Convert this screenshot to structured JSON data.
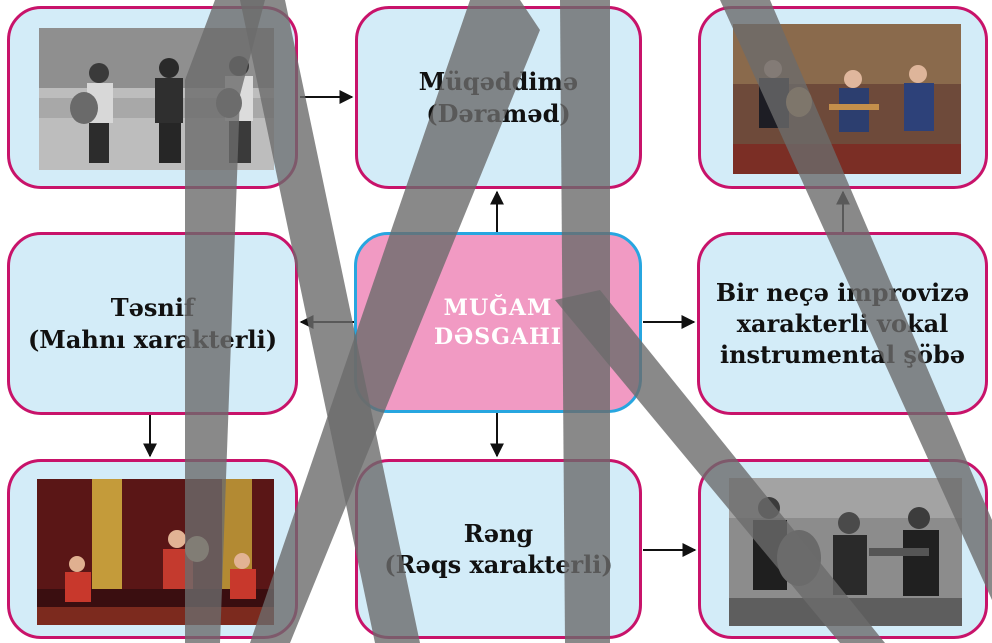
{
  "diagram": {
    "center": {
      "line1": "MUĞAM",
      "line2": "DƏSGAHI"
    },
    "top_middle": {
      "line1": "Müqəddimə",
      "line2": "(Dəraməd)"
    },
    "mid_left": {
      "line1": "Təsnif",
      "line2": "(Mahnı xarakterli)"
    },
    "mid_right": {
      "line1": "Bir neçə improvizə",
      "line2": "xarakterli vokal",
      "line3": "instrumental şöbə"
    },
    "bottom_middle": {
      "line1": "Rəng",
      "line2": "(Rəqs xarakterli)"
    },
    "photos": [
      {
        "name": "photo-trio-vintage",
        "position": "top-left"
      },
      {
        "name": "photo-trio-stage",
        "position": "top-right"
      },
      {
        "name": "photo-trio-red-stage",
        "position": "bottom-left"
      },
      {
        "name": "photo-trio-historic",
        "position": "bottom-right"
      }
    ]
  },
  "colors": {
    "box_fill": "#d3ecf8",
    "box_border": "#c8136a",
    "center_fill": "#f19ac3",
    "center_border": "#27a6e0",
    "arrow": "#111111",
    "watermark": "#6b6b6b"
  }
}
